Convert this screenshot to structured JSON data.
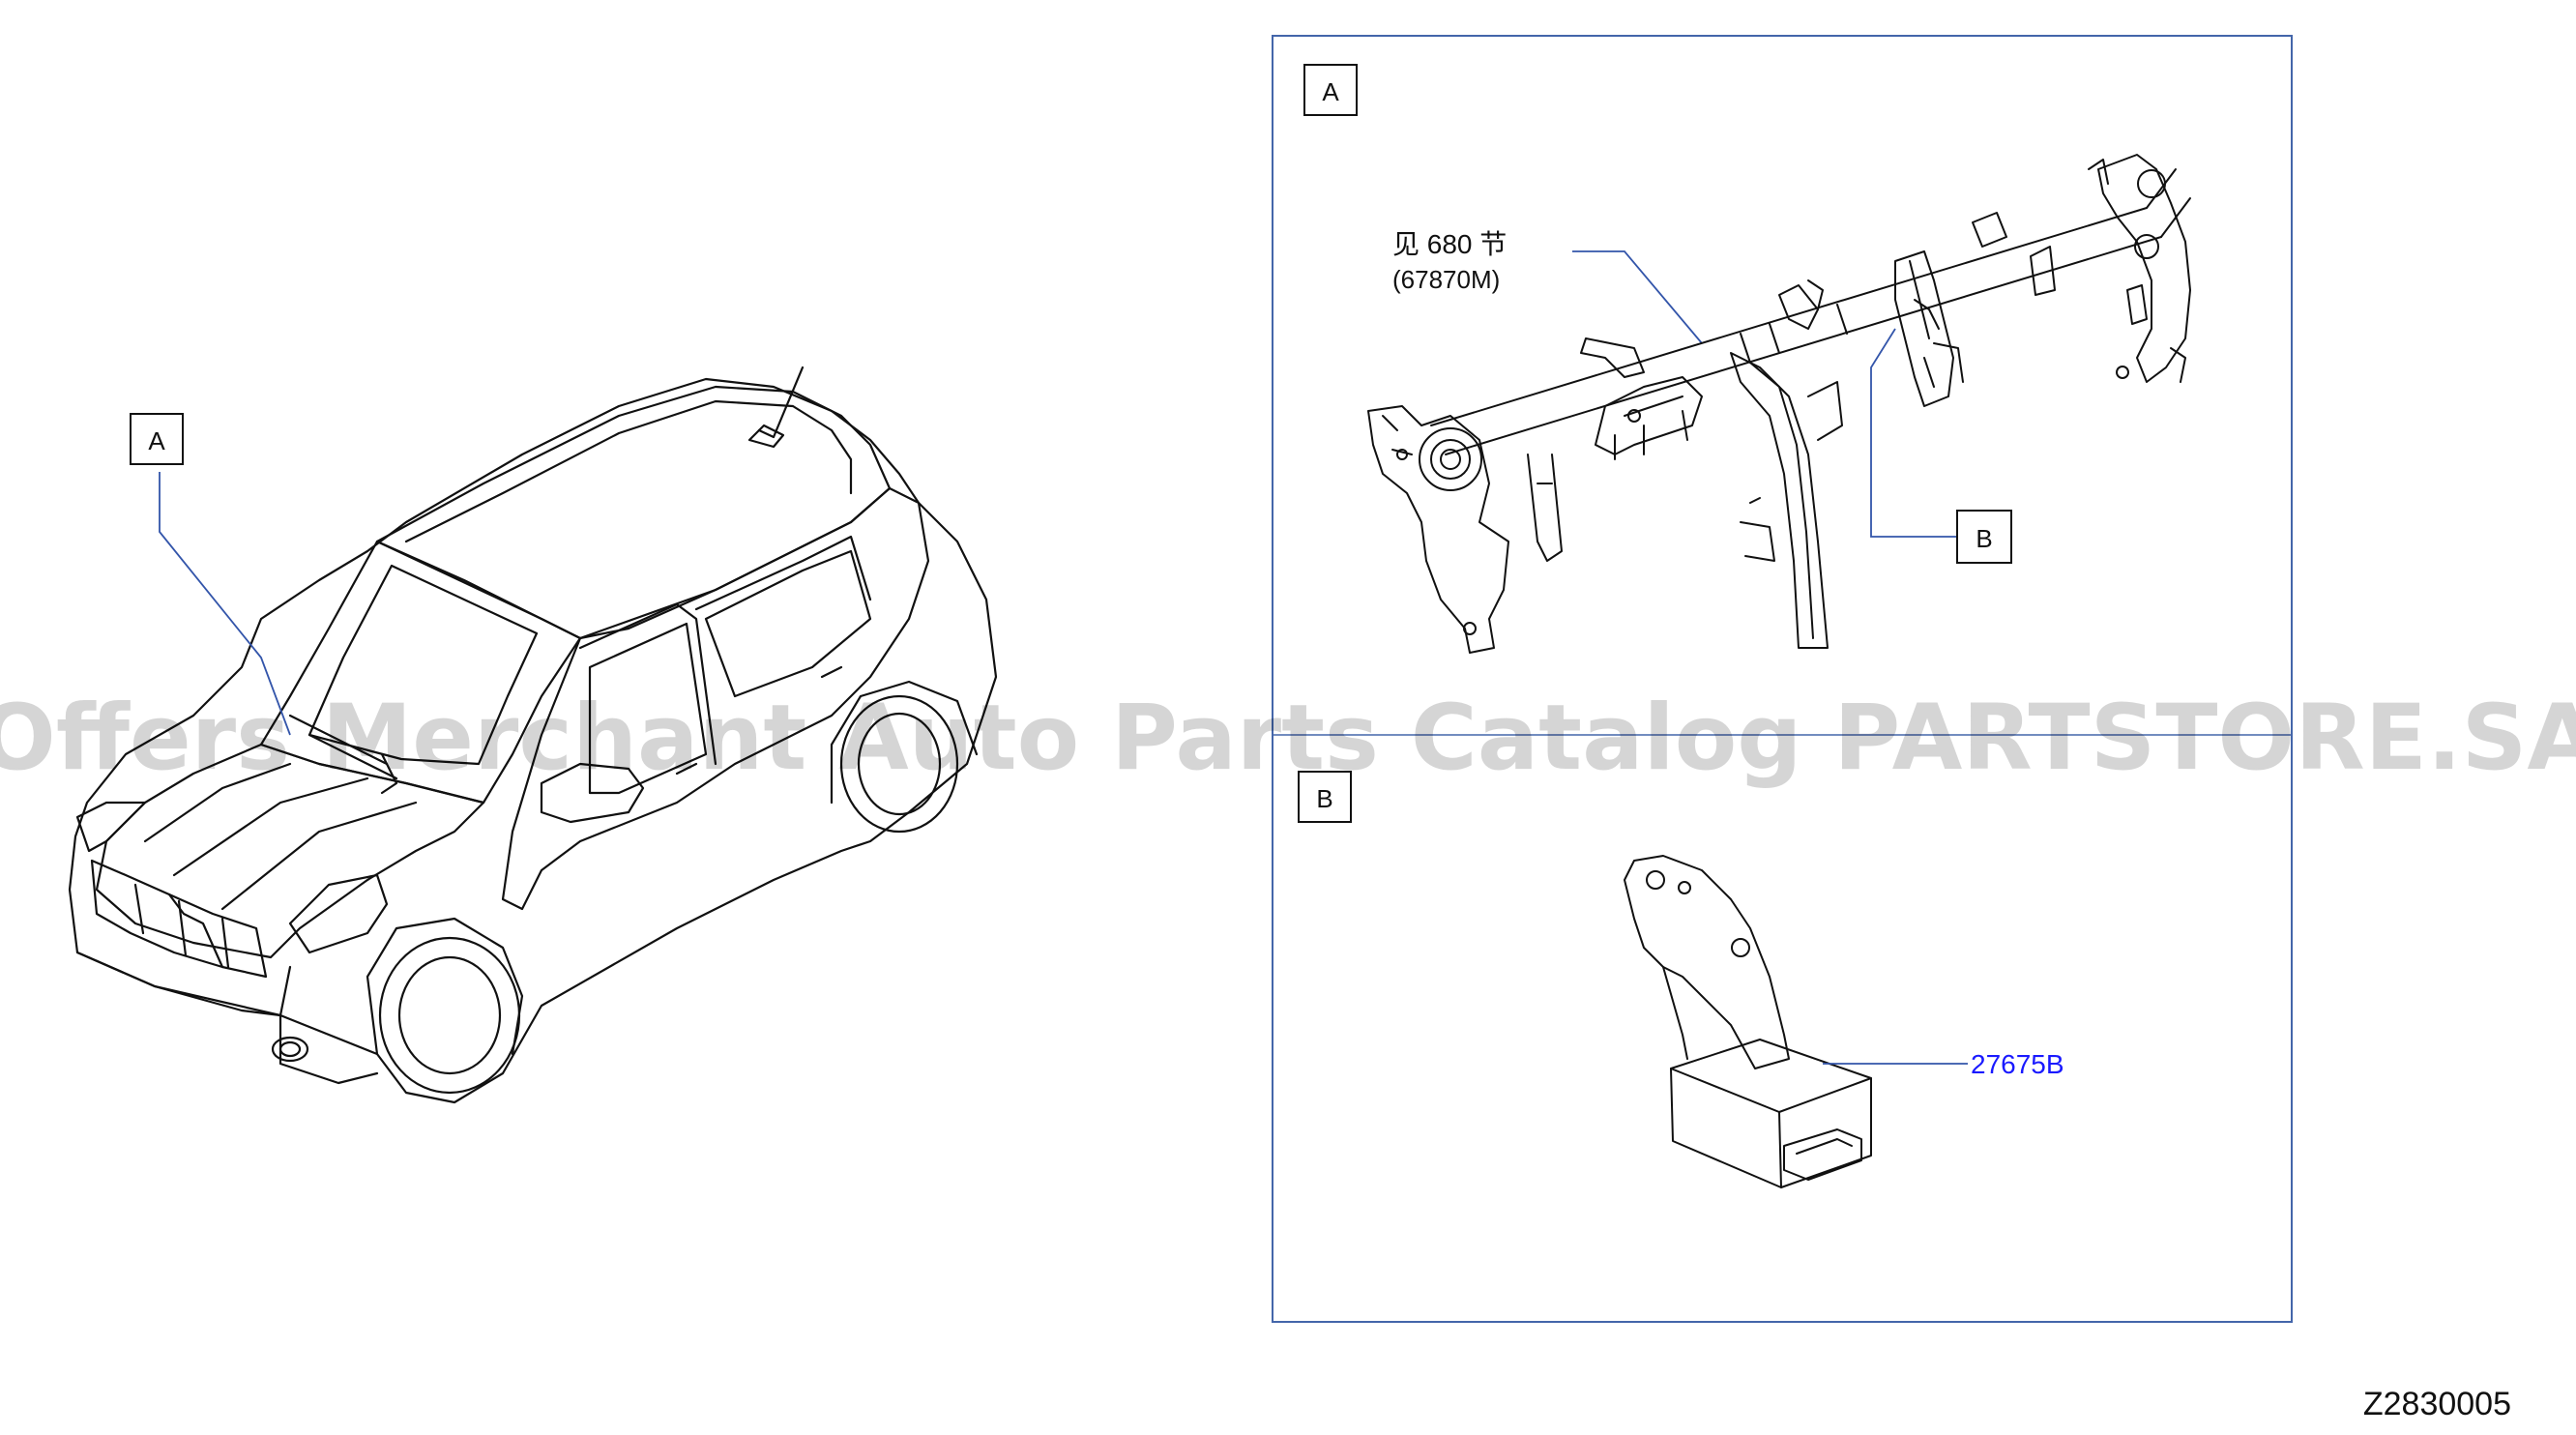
{
  "callouts": {
    "car_ref": "A",
    "panel_a": "A",
    "panel_b": "B",
    "detail_ref": "B"
  },
  "reference": {
    "line1": "见 680  节",
    "line2": "(67870M)"
  },
  "parts": [
    {
      "number": "27675B"
    }
  ],
  "watermark": "Offers Merchant Auto Parts Catalog PARTSTORE.SA",
  "diagram_id": "Z2830005",
  "colors": {
    "leader": "#3355aa",
    "panel_border": "#4466aa",
    "part_link": "#1a1aff",
    "line_art": "#111111"
  }
}
